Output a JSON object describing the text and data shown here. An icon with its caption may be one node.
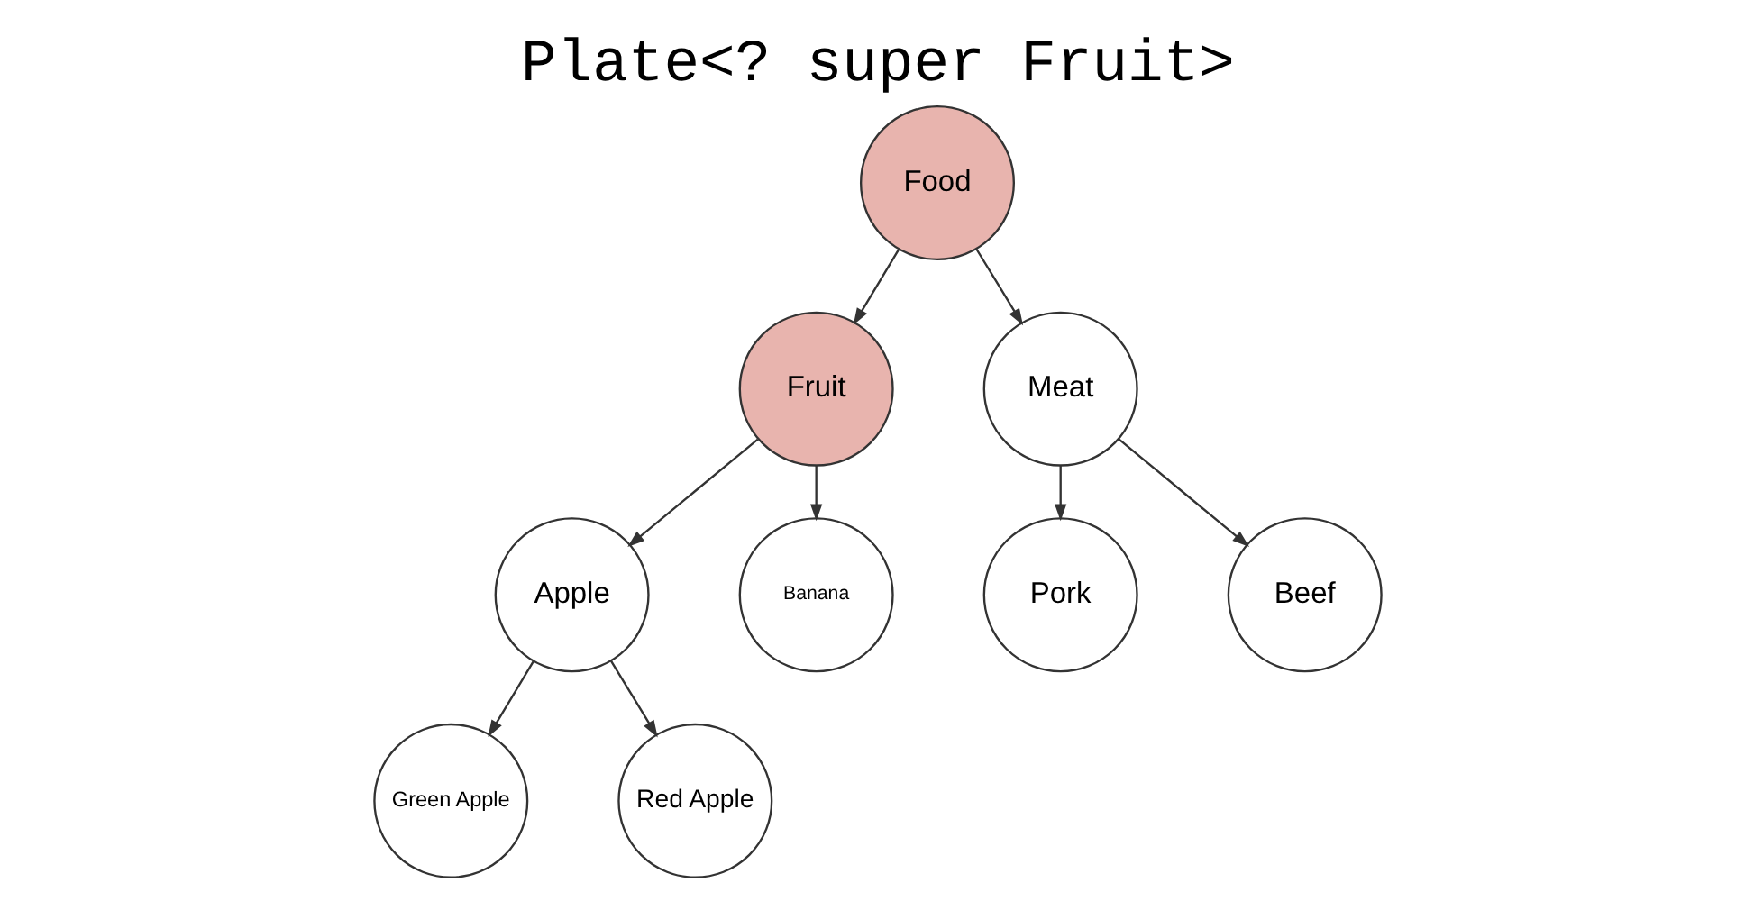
{
  "diagram": {
    "title": "Plate<? super Fruit>",
    "nodes": [
      {
        "text": [
          "Food"
        ]
      },
      {
        "text": [
          "Fruit"
        ]
      },
      {
        "text": [
          "Meat"
        ]
      },
      {
        "text": [
          "Apple"
        ]
      },
      {
        "text": [
          "Banana"
        ]
      },
      {
        "text": [
          "Pork"
        ]
      },
      {
        "text": [
          "Beef"
        ]
      },
      {
        "text": [
          "Green Apple"
        ]
      },
      {
        "text": [
          "Red Apple"
        ]
      }
    ],
    "edges": [
      {
        "from": 0,
        "to": 1,
        "arrow": "to"
      },
      {
        "from": 0,
        "to": 2,
        "arrow": "to"
      },
      {
        "from": 1,
        "to": 3,
        "arrow": "to"
      },
      {
        "from": 1,
        "to": 4,
        "arrow": "to"
      },
      {
        "from": 2,
        "to": 5,
        "arrow": "to"
      },
      {
        "from": 2,
        "to": 6,
        "arrow": "to"
      },
      {
        "from": 3,
        "to": 7,
        "arrow": "to"
      },
      {
        "from": 3,
        "to": 8,
        "arrow": "to"
      }
    ]
  }
}
